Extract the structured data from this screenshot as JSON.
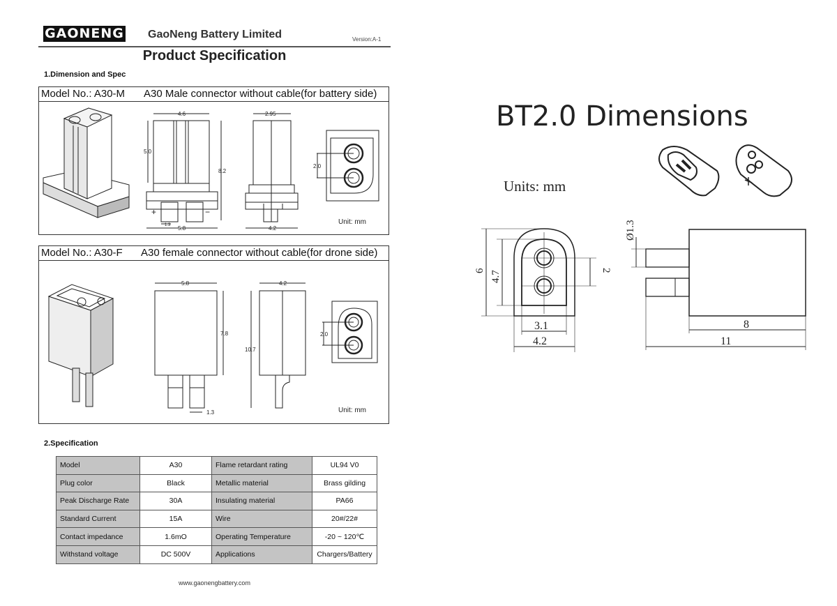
{
  "header": {
    "logo_text": "GAONENG",
    "company": "GaoNeng Battery Limited",
    "version": "Version:A-1",
    "title": "Product Specification"
  },
  "section1": {
    "heading": "1.Dimension and Spec",
    "male": {
      "model": "Model No.: A30-M",
      "description": "A30 Male connector without cable(for battery side)",
      "dims": {
        "width": "4.6",
        "body_height": "5.0",
        "total_height": "8.2",
        "base_width": "5.8",
        "pin_gap": "1.3",
        "side_top": "2.95",
        "side_base": "4.2",
        "pitch": "2.0"
      },
      "plus": "+",
      "minus": "−",
      "unit": "Unit: mm"
    },
    "female": {
      "model": "Model No.: A30-F",
      "description": "A30 female connector without cable(for drone side)",
      "dims": {
        "width": "5.8",
        "body_height": "7.8",
        "side_width": "4.2",
        "total_height": "10.7",
        "pin": "1.3",
        "pitch": "2.0"
      },
      "unit": "Unit: mm"
    }
  },
  "section2": {
    "heading": "2.Specification",
    "rows": [
      [
        "Model",
        "A30",
        "Flame retardant rating",
        "UL94 V0"
      ],
      [
        "Plug color",
        "Black",
        "Metallic material",
        "Brass gilding"
      ],
      [
        "Peak Discharge Rate",
        "30A",
        "Insulating material",
        "PA66"
      ],
      [
        "Standard Current",
        "15A",
        "Wire",
        "20#/22#"
      ],
      [
        "Contact impedance",
        "1.6mO",
        "Operating Temperature",
        "-20 ~ 120℃"
      ],
      [
        "Withstand voltage",
        "DC 500V",
        "Applications",
        "Chargers/Battery"
      ]
    ]
  },
  "footer": {
    "website": "www.gaonengbattery.com"
  },
  "bt20": {
    "title": "BT2.0 Dimensions",
    "units": "Units: mm",
    "dims": {
      "height": "6",
      "inner_height": "4.7",
      "pitch": "2",
      "inner_width": "3.1",
      "width": "4.2",
      "pin_dia": "Ø1.3",
      "body_len": "8",
      "total_len": "11"
    }
  }
}
